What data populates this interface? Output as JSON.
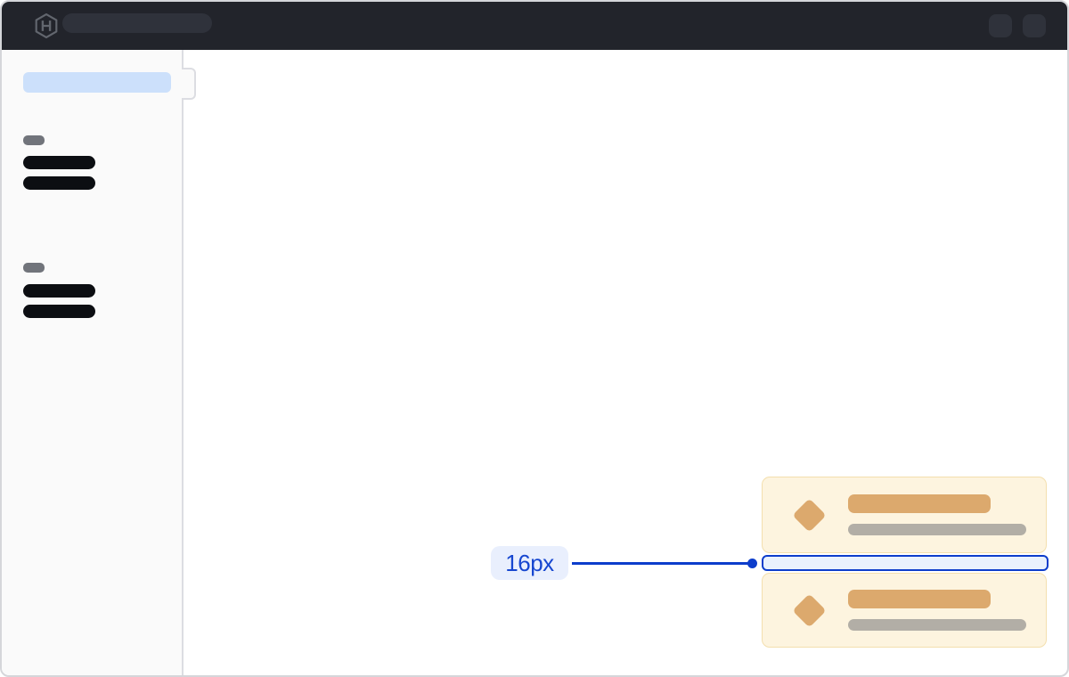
{
  "topbar": {
    "logo_icon": "hashicorp-logo-icon",
    "skeletons": {
      "search_pill": true,
      "action_buttons": 2
    }
  },
  "sidebar": {
    "active_item_skeleton": true,
    "groups": [
      {
        "label_skeleton": true,
        "item_count": 2
      },
      {
        "label_skeleton": true,
        "item_count": 2
      }
    ]
  },
  "main": {
    "cards": [
      {
        "icon": "diamond-icon",
        "title_skeleton": true,
        "subtitle_skeleton": true
      },
      {
        "icon": "diamond-icon",
        "title_skeleton": true,
        "subtitle_skeleton": true
      }
    ],
    "spacing_annotation": {
      "label": "16px",
      "measures": "vertical gap between the two list cards"
    }
  },
  "icons": {
    "hashicorp-logo-icon": "⬡ with H",
    "diamond-icon": "◆"
  },
  "colors": {
    "topbar_bg": "#22242b",
    "topbar_pill": "#2f323b",
    "logo_gray": "#62666e",
    "sidebar_bg": "#fafafa",
    "sidebar_border": "#dcdde2",
    "active_pill": "#cce0fb",
    "skeleton_dark": "#0c0e12",
    "skeleton_gray": "#71747b",
    "card_bg": "#fdf4df",
    "card_border": "#f3dfae",
    "card_accent": "#dca96d",
    "card_muted": "#b2aea6",
    "accent_blue": "#0d3dcb",
    "accent_blue_bg": "#e9effd",
    "gap_fill": "#e9f1fd",
    "window_border": "#d5d6da",
    "main_bg": "#ffffff"
  }
}
